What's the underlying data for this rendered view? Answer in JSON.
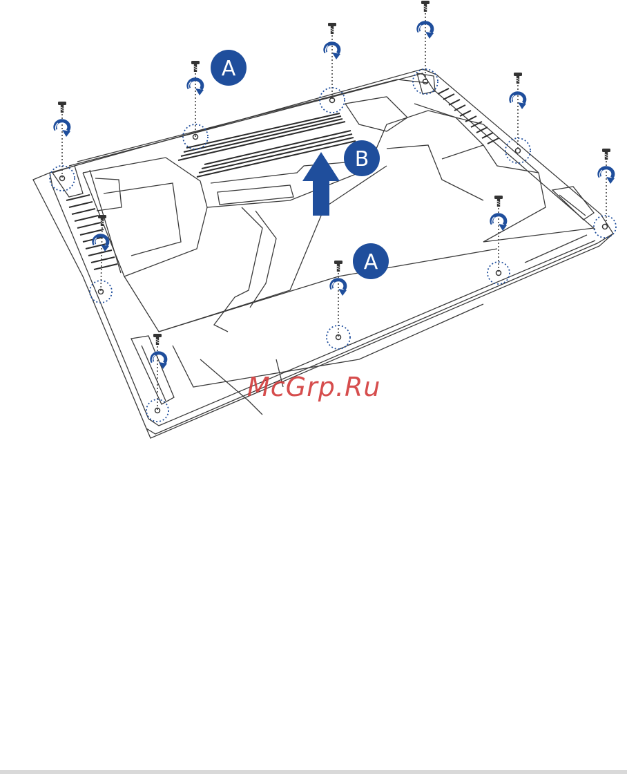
{
  "labels": {
    "a_top": "A",
    "a_mid": "A",
    "b": "B"
  },
  "watermark": "McGrp.Ru",
  "colors": {
    "accent": "#1f4e9c",
    "line": "#3a3a3a",
    "watermark": "#d23a3a"
  },
  "icons": {
    "screw": "screw-icon",
    "rotate": "rotate-ccw-arrow-icon",
    "lift": "lift-up-arrow-icon"
  }
}
